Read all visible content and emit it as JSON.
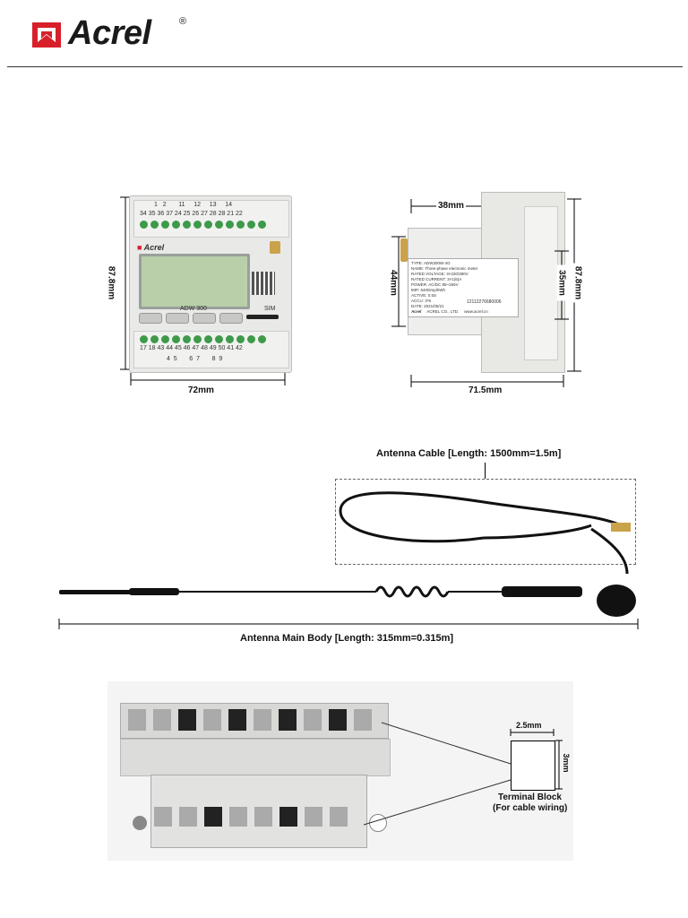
{
  "header": {
    "brand": "Acrel",
    "registered": "®"
  },
  "front_view": {
    "top_terminal_numbers_row1": "1   2       11     12     13     14",
    "top_terminal_numbers_row2": "34 35 36 37 24 25 26 27 28 28 21 22",
    "bottom_terminal_numbers_row1": "17 18 43 44 45 46 47 48 49 50 41 42",
    "bottom_terminal_numbers_row2": "4  5       6  7       8  9",
    "device_brand": "Acrel",
    "device_model": "ADW 300",
    "sim_label": "SIM",
    "height_label": "87.8mm",
    "width_label": "72mm"
  },
  "side_view": {
    "depth_top_label": "38mm",
    "height_left_label": "44mm",
    "height_inner_label": "35mm",
    "height_right_label": "87.8mm",
    "width_label": "71.5mm",
    "nameplate": {
      "type": "TYPE: ADW300W-4G",
      "name": "NAME: Three-phase electronic meter",
      "voltage": "RATED VOLTAGE: 3×220/380V",
      "current": "RATED CURRENT: 3×1(6)A",
      "power": "POWER: AC/DC 85~265V",
      "imp": "IMP: 6400imp/kWh",
      "active": "ACTIVE: 0.5S",
      "accu": "ACCU: 3*6",
      "serial": "12112276680006",
      "date": "DATE: 2021/05/21",
      "company": "ACREL CO., LTD.",
      "web": "www.acrel.cn",
      "brand": "Acrel"
    }
  },
  "antenna": {
    "cable_label": "Antenna Cable [Length: 1500mm=1.5m]",
    "body_label": "Antenna Main Body [Length: 315mm=0.315m]"
  },
  "terminal": {
    "width_label": "2.5mm",
    "height_label": "3mm",
    "title": "Terminal Block",
    "subtitle": "(For cable wiring)"
  }
}
